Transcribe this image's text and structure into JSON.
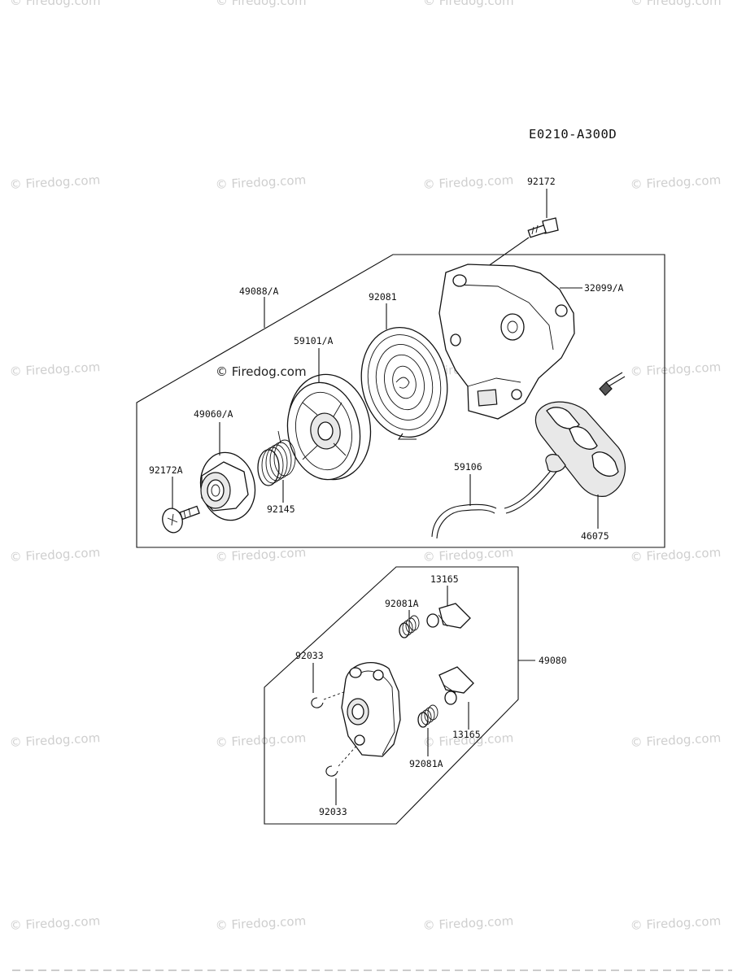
{
  "diagram_code": "E0210-A300D",
  "watermark_text": "© Firedog.com",
  "labels": {
    "p92172": "92172",
    "p32099A": "32099/A",
    "p49088A": "49088/A",
    "p92081": "92081",
    "p59101A": "59101/A",
    "p49060A": "49060/A",
    "p92172A": "92172A",
    "p92145": "92145",
    "p59106": "59106",
    "p46075": "46075",
    "p13165_top": "13165",
    "p92081A_top": "92081A",
    "p49080": "49080",
    "p92033_top": "92033",
    "p13165_bot": "13165",
    "p92081A_bot": "92081A",
    "p92033_bot": "92033"
  }
}
